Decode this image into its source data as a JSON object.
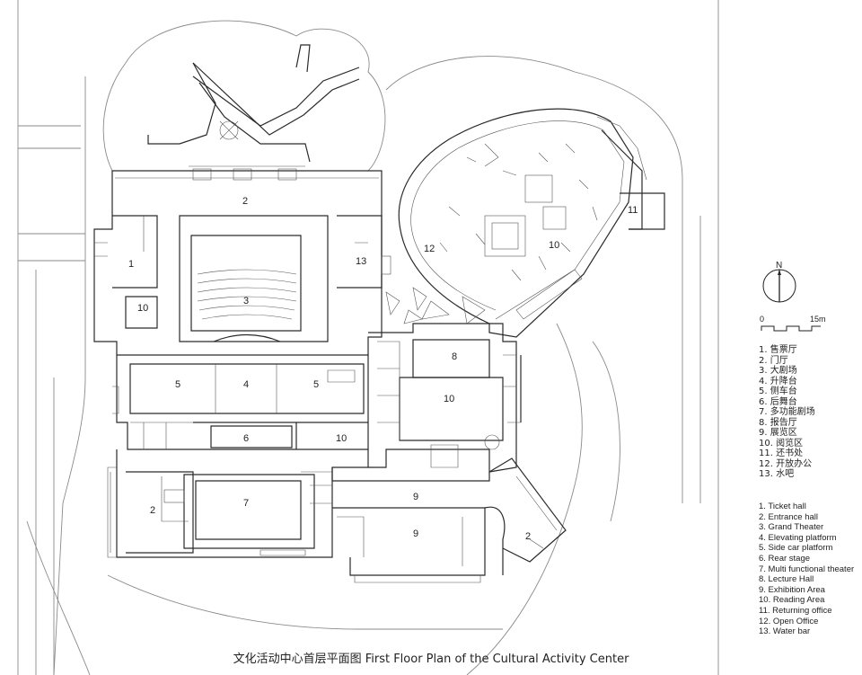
{
  "rooms": {
    "r1": "1",
    "r2a": "2",
    "r2b": "2",
    "r2c": "2",
    "r3": "3",
    "r4": "4",
    "r5a": "5",
    "r5b": "5",
    "r6": "6",
    "r7": "7",
    "r8": "8",
    "r9a": "9",
    "r9b": "9",
    "r10a": "10",
    "r10b": "10",
    "r10c": "10",
    "r10d": "10",
    "r11": "11",
    "r12": "12",
    "r13": "13"
  },
  "north": {
    "label": "N"
  },
  "scale": {
    "zero": "0",
    "end": "15m"
  },
  "legend_cn": [
    "1. 售票厅",
    "2. 门厅",
    "3. 大剧场",
    "4. 升降台",
    "5. 侧车台",
    "6. 后舞台",
    "7. 多功能剧场",
    "8. 报告厅",
    "9. 展览区",
    "10. 阅览区",
    "11. 还书处",
    "12. 开放办公",
    "13. 水吧"
  ],
  "legend_en": [
    "1. Ticket hall",
    "2. Entrance hall",
    "3. Grand Theater",
    "4. Elevating platform",
    "5. Side car platform",
    "6. Rear stage",
    "7. Multi functional theater",
    "8. Lecture Hall",
    "9. Exhibition Area",
    "10. Reading Area",
    "11. Returning office",
    "12. Open Office",
    "13. Water bar"
  ],
  "caption": "文化活动中心首层平面图 First Floor Plan of the Cultural Activity Center"
}
